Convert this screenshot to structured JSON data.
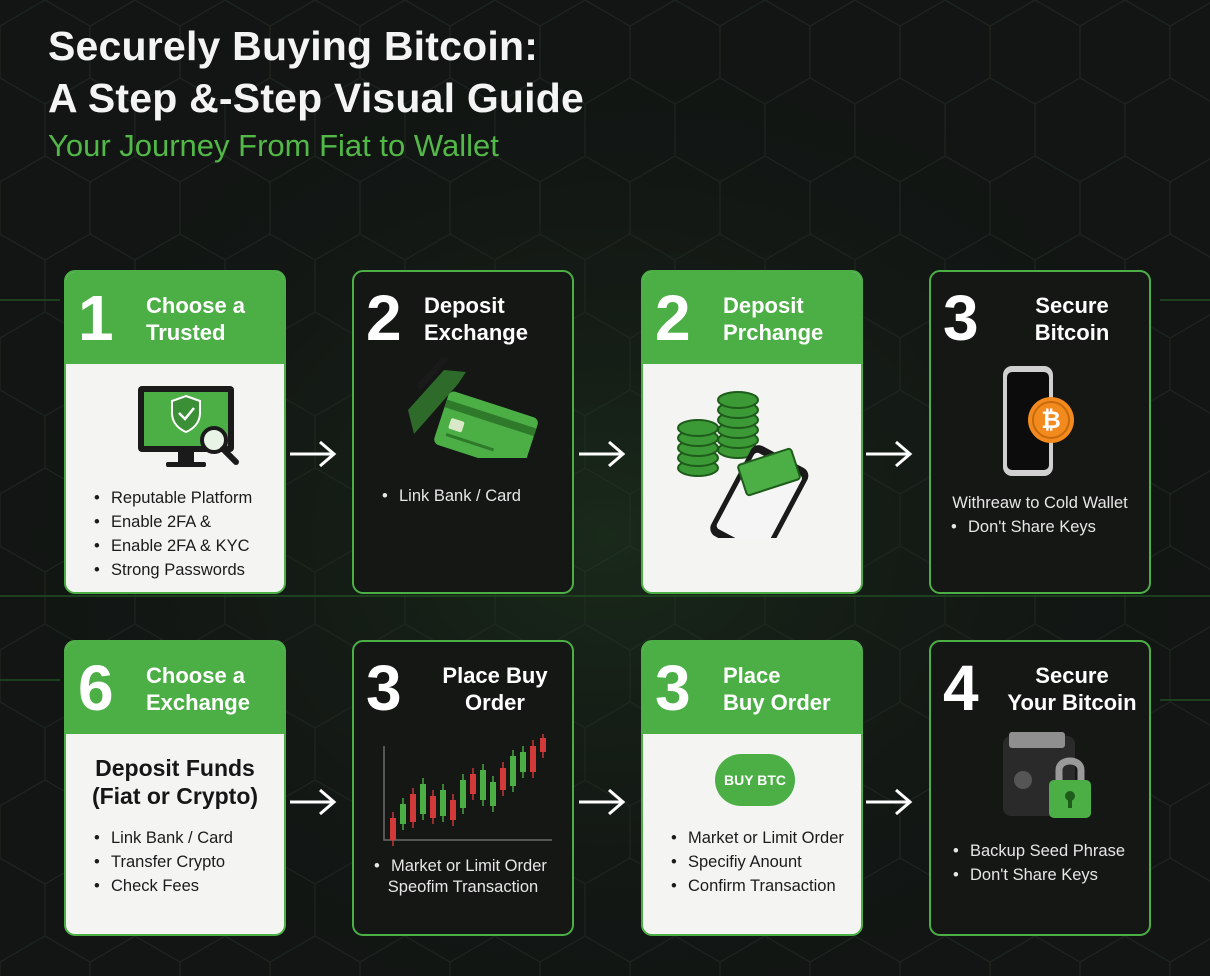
{
  "title": {
    "line1": "Securely Buying Bitcoin:",
    "line2": "A Step &-Step Visual Guide",
    "subtitle": "Your Journey From Fiat to Wallet"
  },
  "cards": [
    {
      "number": "1",
      "title": [
        "Choose a",
        "Trusted"
      ],
      "icon": "monitor-shield-magnifier-icon",
      "bullets": [
        "Reputable Platform",
        "Enable 2FA &",
        "Enable 2FA & KYC",
        "Strong Passwords"
      ]
    },
    {
      "number": "2",
      "title": [
        "Deposit",
        "Exchange"
      ],
      "icon": "bank-card-icon",
      "bullets": [
        "Link Bank / Card"
      ]
    },
    {
      "number": "2",
      "title": [
        "Deposit",
        "Prchange"
      ],
      "icon": "coins-phone-icon"
    },
    {
      "number": "3",
      "title": [
        "Secure",
        "Bitcoin"
      ],
      "icon": "phone-bitcoin-icon",
      "text": "Withreaw to Cold Wallet",
      "bullets": [
        "Don't Share Keys"
      ]
    },
    {
      "number": "6",
      "title": [
        "Choose a",
        "Exchange"
      ],
      "heading": [
        "Deposit Funds",
        "(Fiat or Crypto)"
      ],
      "bullets": [
        "Link Bank / Card",
        "Transfer Crypto",
        "Check Fees"
      ]
    },
    {
      "number": "3",
      "title": [
        "Place Buy",
        "Order"
      ],
      "icon": "candlestick-chart-icon",
      "bullets": [
        "Market or Limit Order"
      ],
      "text": "Speofim Transaction"
    },
    {
      "number": "3",
      "title": [
        "Place",
        "Buy Order"
      ],
      "button": "BUY BTC",
      "bullets": [
        "Market or Limit Order",
        "Specifiy Anount",
        "Confirm Transaction"
      ]
    },
    {
      "number": "4",
      "title": [
        "Secure",
        "Your Bitcoin"
      ],
      "icon": "wallet-padlock-icon",
      "bullets": [
        "Backup Seed Phrase",
        "Don't Share Keys"
      ]
    }
  ],
  "colors": {
    "accent": "#4caf46",
    "background": "#121513",
    "light_panel": "#f4f4f2",
    "bitcoin": "#f28a1e"
  }
}
